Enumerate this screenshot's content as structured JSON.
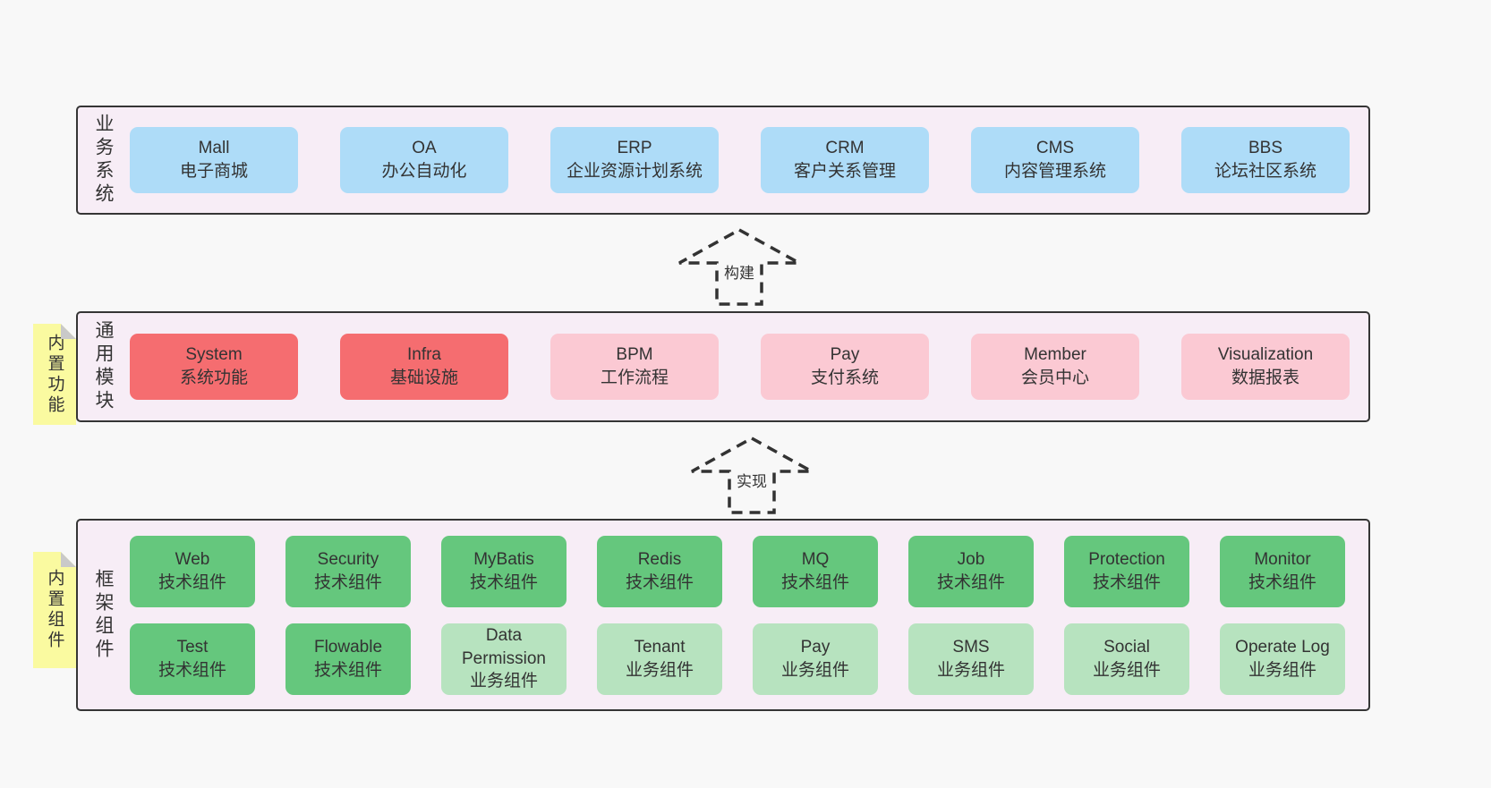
{
  "bands": [
    {
      "label": "业务系统",
      "boxes": [
        {
          "title": "Mall",
          "subtitle": "电子商城"
        },
        {
          "title": "OA",
          "subtitle": "办公自动化"
        },
        {
          "title": "ERP",
          "subtitle": "企业资源计划系统"
        },
        {
          "title": "CRM",
          "subtitle": "客户关系管理"
        },
        {
          "title": "CMS",
          "subtitle": "内容管理系统"
        },
        {
          "title": "BBS",
          "subtitle": "论坛社区系统"
        }
      ]
    },
    {
      "label": "通用模块",
      "sticky": "内置功能",
      "boxes": [
        {
          "title": "System",
          "subtitle": "系统功能"
        },
        {
          "title": "Infra",
          "subtitle": "基础设施"
        },
        {
          "title": "BPM",
          "subtitle": "工作流程"
        },
        {
          "title": "Pay",
          "subtitle": "支付系统"
        },
        {
          "title": "Member",
          "subtitle": "会员中心"
        },
        {
          "title": "Visualization",
          "subtitle": "数据报表"
        }
      ]
    },
    {
      "label": "框架组件",
      "sticky": "内置组件",
      "rows": [
        [
          {
            "title": "Web",
            "subtitle": "技术组件"
          },
          {
            "title": "Security",
            "subtitle": "技术组件"
          },
          {
            "title": "MyBatis",
            "subtitle": "技术组件"
          },
          {
            "title": "Redis",
            "subtitle": "技术组件"
          },
          {
            "title": "MQ",
            "subtitle": "技术组件"
          },
          {
            "title": "Job",
            "subtitle": "技术组件"
          },
          {
            "title": "Protection",
            "subtitle": "技术组件"
          },
          {
            "title": "Monitor",
            "subtitle": "技术组件"
          }
        ],
        [
          {
            "title": "Test",
            "subtitle": "技术组件"
          },
          {
            "title": "Flowable",
            "subtitle": "技术组件"
          },
          {
            "title": "Data Permission",
            "subtitle": "业务组件"
          },
          {
            "title": "Tenant",
            "subtitle": "业务组件"
          },
          {
            "title": "Pay",
            "subtitle": "业务组件"
          },
          {
            "title": "SMS",
            "subtitle": "业务组件"
          },
          {
            "title": "Social",
            "subtitle": "业务组件"
          },
          {
            "title": "Operate Log",
            "subtitle": "业务组件"
          }
        ]
      ]
    }
  ],
  "arrows": [
    {
      "label": "构建"
    },
    {
      "label": "实现"
    }
  ],
  "colors": {
    "page_background": "#f8f8f8",
    "band_background": "#f7edf6",
    "band_border": "#353535",
    "blue": "#aedcf8",
    "red": "#f56d70",
    "pink": "#fbc9d3",
    "green": "#65c77d",
    "light_green": "#b7e3bf",
    "sticky_yellow": "#fafaa0",
    "fold_gray": "#c9c9c9",
    "text": "#333333"
  }
}
